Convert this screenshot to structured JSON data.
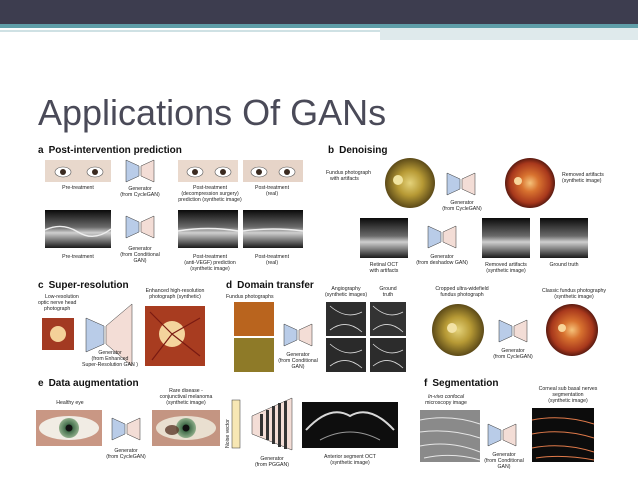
{
  "slide": {
    "title": "Applications Of GANs"
  },
  "panels": [
    {
      "letter": "a",
      "title": "Post-intervention prediction"
    },
    {
      "letter": "b",
      "title": "Denoising"
    },
    {
      "letter": "c",
      "title": "Super-resolution"
    },
    {
      "letter": "d",
      "title": "Domain transfer"
    },
    {
      "letter": "e",
      "title": "Data augmentation"
    },
    {
      "letter": "f",
      "title": "Segmentation"
    }
  ],
  "captions": {
    "a_pre1": "Pre-treatment",
    "a_gen1": [
      "Generator",
      "(from CycleGAN)"
    ],
    "a_post1": [
      "Post-treatment",
      "(decompression surgery)",
      "prediction (synthetic image)"
    ],
    "a_real1": [
      "Post-treatment",
      "(real)"
    ],
    "a_pre2": "Pre-treatment",
    "a_gen2": [
      "Generator",
      "(from Conditional",
      "GAN)"
    ],
    "a_post2": [
      "Post-treatment",
      "(anti-VEGF) prediction",
      "(synthetic image)"
    ],
    "a_real2": [
      "Post-treatment",
      "(real)"
    ],
    "b_in1": [
      "Fundus photograph",
      "with artifacts"
    ],
    "b_gen1": [
      "Generator",
      "(from CycleGAN)"
    ],
    "b_out1": [
      "Removed artifacts",
      "(synthetic image)"
    ],
    "b_in2": [
      "Retinal OCT",
      "with artifacts"
    ],
    "b_gen2": [
      "Generator",
      "(from deshadow GAN)"
    ],
    "b_out2": [
      "Removed artifacts",
      "(synthetic image)"
    ],
    "b_truth": "Ground truth",
    "c_in": [
      "Low-resolution",
      "optic nerve head",
      "photograph"
    ],
    "c_out": [
      "Enhanced high-resolution",
      "photograph (synthetic)"
    ],
    "c_gen": [
      "Generator",
      "(from Enhanced",
      "Super-Resolution GAN )"
    ],
    "d_in": "Fundus photographs",
    "d_ang": [
      "Angiography",
      "(synthetic images)"
    ],
    "d_truth": [
      "Ground",
      "truth"
    ],
    "d_gen": [
      "Generator",
      "(from Conditional",
      "GAN)"
    ],
    "d_crop": [
      "Cropped ultra-widefield",
      "fundus photograph"
    ],
    "d_classic": [
      "Classic fundus photography",
      "(synthetic image)"
    ],
    "d_gen2": [
      "Generator",
      "(from CycleGAN)"
    ],
    "e_in": "Healthy eye",
    "e_out": [
      "Rare disease -",
      "conjunctival melanoma",
      "(synthetic image)"
    ],
    "e_gen": [
      "Generator",
      "(from CycleGAN)"
    ],
    "e_noise": "Noise vector",
    "e_gen2": [
      "Generator",
      "(from PGGAN)"
    ],
    "e_oct": [
      "Anterior segment OCT",
      "(synthetic image)"
    ],
    "f_in": [
      "In-vivo confocal",
      "microscopy image"
    ],
    "f_out": [
      "Corneal sub basal nerves",
      "segmentation",
      "(synthetic image)"
    ],
    "f_gen": [
      "Generator",
      "(from Conditional",
      "GAN)"
    ]
  },
  "colors": {
    "header_bar": "#3d3d4f",
    "accent_stripe": "#5f9ea8",
    "title_text": "#4a4a58",
    "generator_encoder": "#b9cce8",
    "generator_decoder": "#f3ddd6"
  }
}
